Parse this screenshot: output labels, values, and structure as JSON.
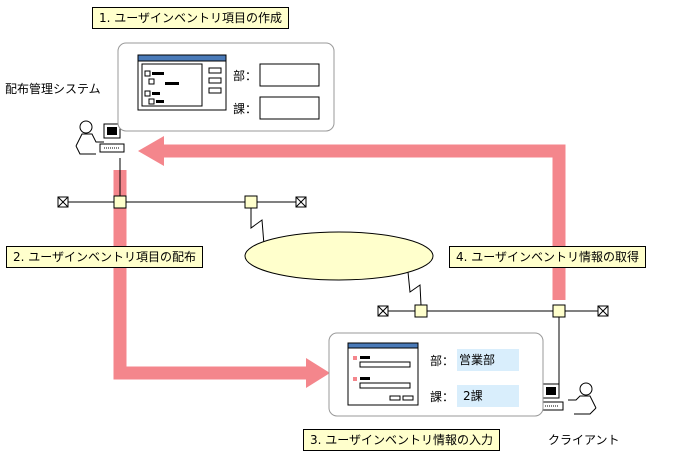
{
  "steps": {
    "create": "1. ユーザインベントリ項目の作成",
    "distribute": "2. ユーザインベントリ項目の配布",
    "input": "3. ユーザインベントリ情報の入力",
    "acquire": "4. ユーザインベントリ情報の取得"
  },
  "labels": {
    "server": "配布管理システム",
    "client": "クライアント"
  },
  "server_form": {
    "dept_label": "部：",
    "section_label": "課：",
    "dept_value": "",
    "section_value": ""
  },
  "client_form": {
    "dept_label": "部：",
    "section_label": "課：",
    "dept_value": "営業部",
    "section_value": "2課"
  },
  "colors": {
    "flow_arrow": "#f4868c",
    "label_fill": "#ffffcc",
    "cloud_fill": "#ffffcc",
    "client_field_fill": "#d9eefc"
  }
}
